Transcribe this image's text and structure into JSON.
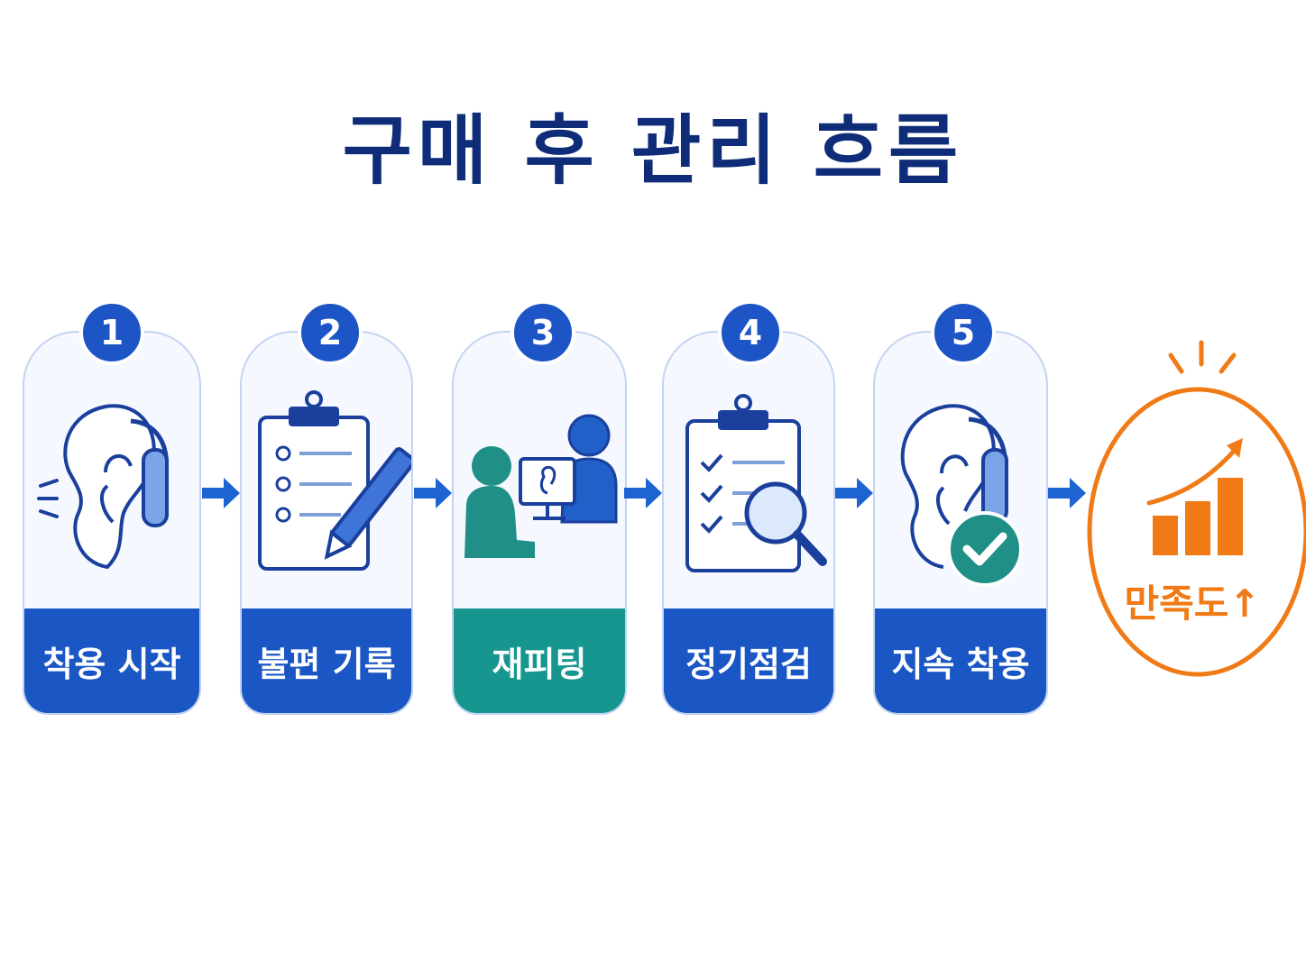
{
  "title": "구매 후 관리 흐름",
  "steps": [
    {
      "number": "1",
      "label": "착용 시작",
      "icon": "ear-hearing-aid-icon",
      "color": "#1a56c4"
    },
    {
      "number": "2",
      "label": "불편 기록",
      "icon": "clipboard-pencil-icon",
      "color": "#1a56c4"
    },
    {
      "number": "3",
      "label": "재피팅",
      "icon": "fitting-consultation-icon",
      "color": "#16968f"
    },
    {
      "number": "4",
      "label": "정기점검",
      "icon": "checklist-magnifier-icon",
      "color": "#1a56c4"
    },
    {
      "number": "5",
      "label": "지속 착용",
      "icon": "ear-checkmark-icon",
      "color": "#1a56c4"
    }
  ],
  "result": {
    "label": "만족도↑",
    "icon": "rising-bar-chart-icon",
    "color": "#f07a16"
  },
  "colors": {
    "title": "#0f2c78",
    "arrow": "#1e63d2",
    "card_border": "#c3d4f2",
    "teal": "#1a8f8a"
  }
}
